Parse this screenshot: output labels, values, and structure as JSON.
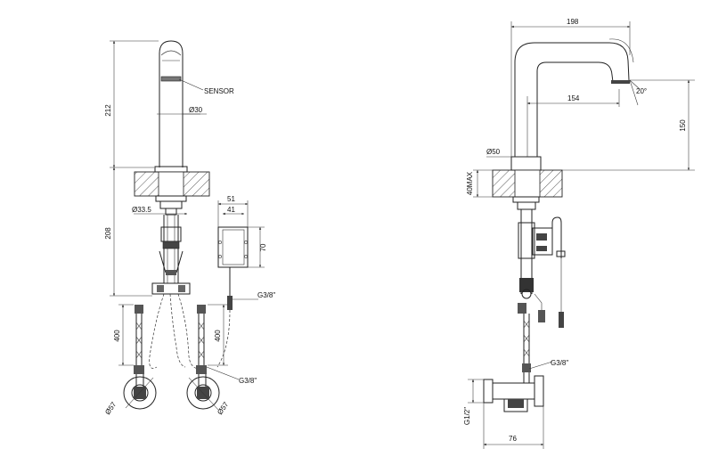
{
  "labels": {
    "sensor": "SENSOR",
    "dia30": "Ø30",
    "dia33_5": "Ø33.5",
    "dia50": "Ø50",
    "dia57_left": "Ø57",
    "dia57_right": "Ø57",
    "thread_top": "G3/8\"",
    "thread_bottom": "G3/8\"",
    "thread_right": "G3/8\"",
    "g1_2": "G1/2\"",
    "angle": "20°"
  },
  "dimensions": {
    "d212": "212",
    "d208": "208",
    "d400_left": "400",
    "d400_mid": "400",
    "d51": "51",
    "d41": "41",
    "d70": "70",
    "d198": "198",
    "d154": "154",
    "d150": "150",
    "d40max": "40MAX",
    "d76": "76"
  }
}
